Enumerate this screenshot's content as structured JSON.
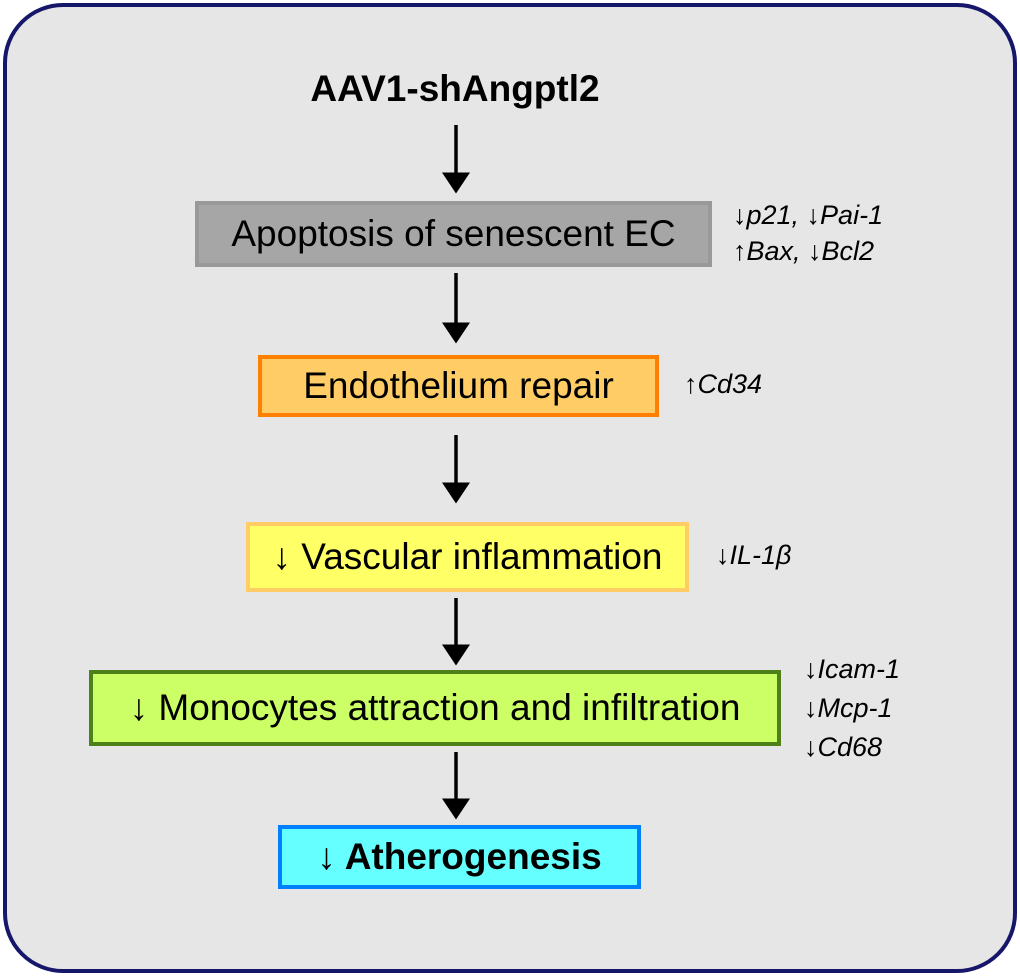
{
  "title": "AAV1-shAngptl2",
  "steps": [
    {
      "label": "Apoptosis of senescent EC",
      "markers": [
        "↓p21, ↓Pai-1",
        "↑Bax, ↓Bcl2"
      ]
    },
    {
      "label": "Endothelium repair",
      "markers": [
        "↑Cd34"
      ]
    },
    {
      "label": "↓ Vascular inflammation",
      "markers": [
        "↓IL-1β"
      ]
    },
    {
      "label": "↓ Monocytes attraction and infiltration",
      "markers": [
        "↓Icam-1",
        "↓Mcp-1",
        "↓Cd68"
      ]
    },
    {
      "label": "↓ Atherogenesis",
      "markers": []
    }
  ],
  "colors": {
    "frame_border": "#16166a",
    "frame_fill": "#e6e6e6",
    "apoptosis_fill": "#a6a6a6",
    "repair_fill": "#ffcc66",
    "inflammation_fill": "#ffff66",
    "monocytes_fill": "#ccff66",
    "atherogenesis_fill": "#66ffff"
  }
}
